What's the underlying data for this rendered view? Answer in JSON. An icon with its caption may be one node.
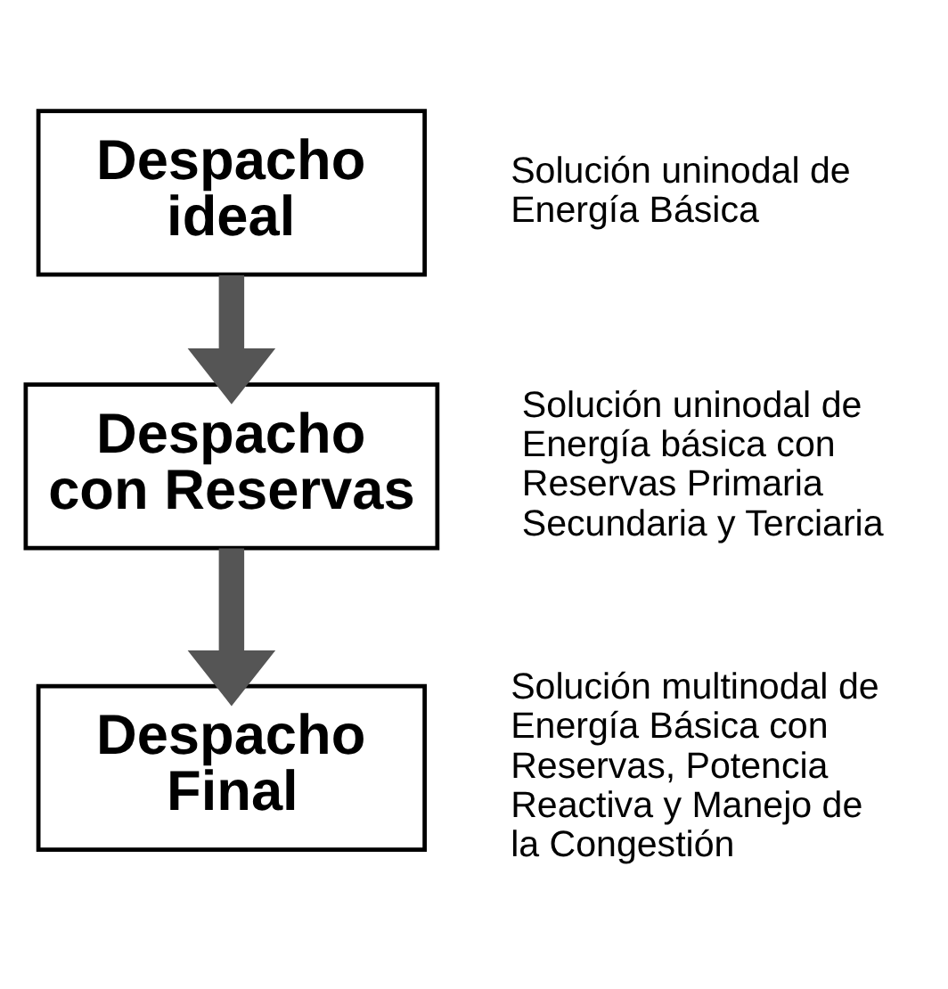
{
  "diagram": {
    "nodes": [
      {
        "text": [
          "Despacho ideal"
        ],
        "beside": [
          "Solución uninodal de Energía Básica"
        ]
      },
      {
        "text": [
          "Despacho con Reservas"
        ],
        "beside": [
          "Solución uninodal de Energía básica con Reservas Primaria Secundaria y Terciaria"
        ]
      },
      {
        "text": [
          "Despacho Final"
        ],
        "beside": [
          "Solución multinodal de Energía Básica con Reservas, Potencia Reactiva y Manejo de la Congestión"
        ]
      }
    ],
    "edges": [
      {
        "from": 0,
        "to": 1,
        "arrow": "to"
      },
      {
        "from": 1,
        "to": 2,
        "arrow": "to"
      }
    ]
  }
}
